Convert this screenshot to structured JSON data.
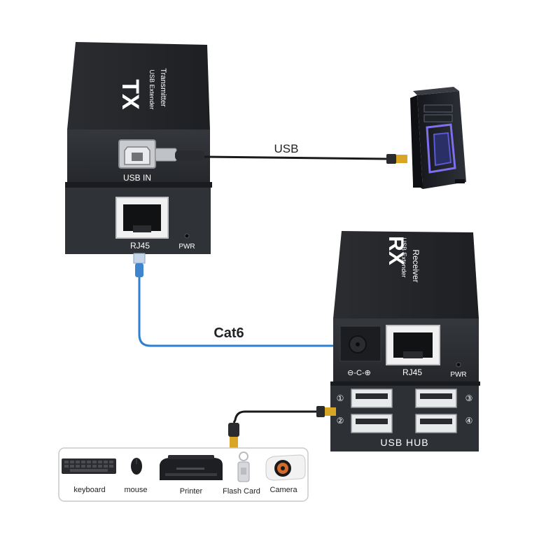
{
  "transmitter": {
    "badge": "TX",
    "line1": "USB Extender",
    "line2": "Transmitter",
    "port_usb_label": "USB IN",
    "port_rj45_label": "RJ45",
    "pwr_label": "PWR"
  },
  "receiver": {
    "badge": "RX",
    "line1": "USB Extender",
    "line2": "Receiver",
    "dc_label": "⊖-C-⊕",
    "port_rj45_label": "RJ45",
    "pwr_label": "PWR",
    "hub_label": "USB HUB",
    "port_numbers": [
      "①",
      "②",
      "③",
      "④"
    ]
  },
  "cables": {
    "usb_label": "USB",
    "cat_label": "Cat6"
  },
  "devices": [
    {
      "label": "keyboard"
    },
    {
      "label": "mouse"
    },
    {
      "label": "Printer"
    },
    {
      "label": "Flash Card"
    },
    {
      "label": "Camera"
    }
  ],
  "colors": {
    "box_top": "#25272b",
    "box_front": "#2c2f34",
    "cat_cable": "#2f7fd0",
    "usb_cable": "#1a1a1a",
    "connector_gold": "#d9a526"
  }
}
